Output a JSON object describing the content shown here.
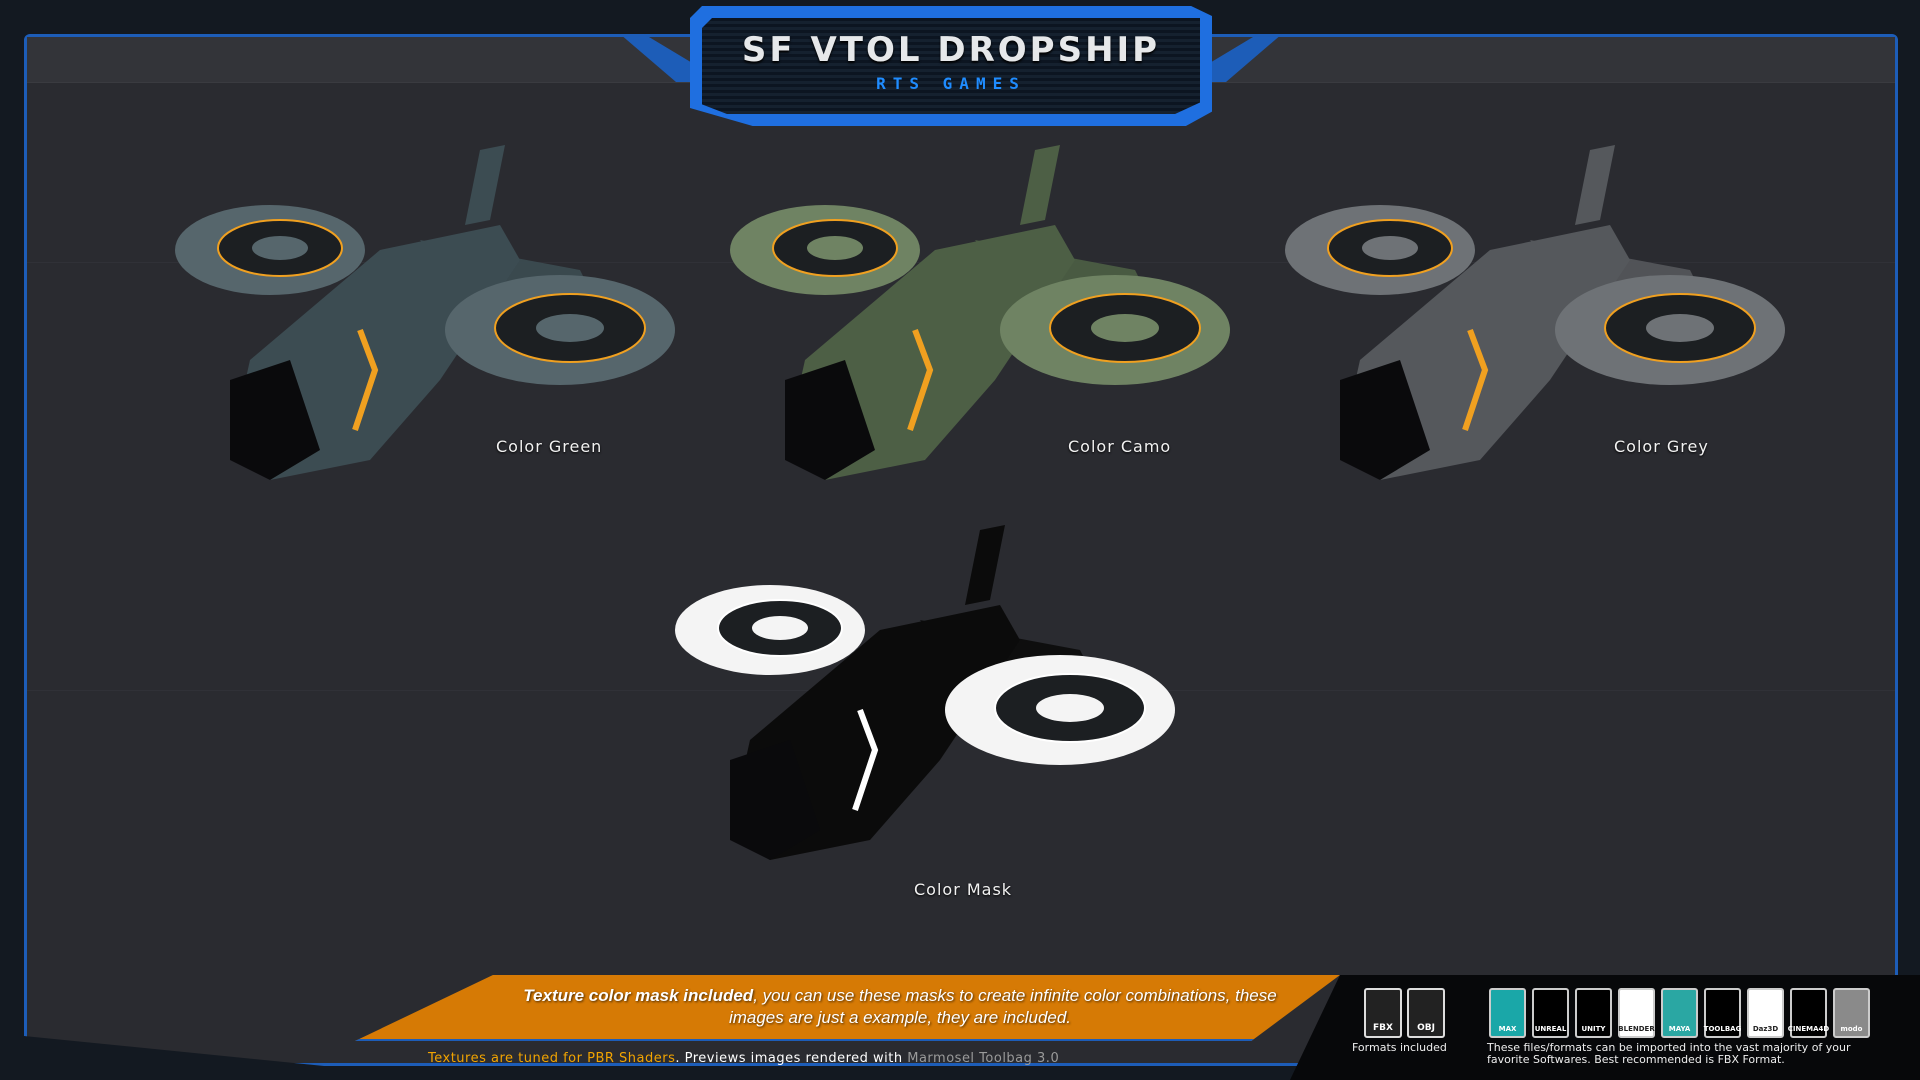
{
  "header": {
    "title": "SF VTOL DROPSHIP",
    "subtitle": "RTS GAMES"
  },
  "variants": [
    {
      "label": "Color Green",
      "hull": "#3c4c52",
      "rotor": "#56666c",
      "accent": "#f0a020"
    },
    {
      "label": "Color Camo",
      "hull": "#4d5f45",
      "rotor": "#6f8363",
      "accent": "#f0a020"
    },
    {
      "label": "Color Grey",
      "hull": "#55585c",
      "rotor": "#6e7276",
      "accent": "#f0a020"
    },
    {
      "label": "Color Mask",
      "hull": "#0b0b0b",
      "rotor": "#f4f4f4",
      "accent": "#ffffff"
    }
  ],
  "banner": {
    "bold": "Texture color mask included",
    "rest": ", you can use these masks to create infinite color combinations, these images are just a example, they are included."
  },
  "footer": {
    "part1": "Textures are tuned for PBR Shaders",
    "part2": ". Previews images rendered with ",
    "part3": "Marmosel Toolbag 3.0"
  },
  "formats": {
    "items": [
      "FBX",
      "OBJ"
    ],
    "caption": "Formats included"
  },
  "software": {
    "items": [
      {
        "name": "MAX",
        "bg": "#1aa7a8"
      },
      {
        "name": "UNREAL",
        "bg": "#000000"
      },
      {
        "name": "UNITY",
        "bg": "#000000"
      },
      {
        "name": "BLENDER",
        "bg": "#ffffff"
      },
      {
        "name": "MAYA",
        "bg": "#2aa7a3"
      },
      {
        "name": "TOOLBAG",
        "bg": "#000000"
      },
      {
        "name": "Daz3D",
        "bg": "#ffffff"
      },
      {
        "name": "CINEMA4D",
        "bg": "#000000"
      },
      {
        "name": "modo",
        "bg": "#8a8a8a"
      }
    ],
    "caption": "These files/formats can be imported into the vast majority of your favorite Softwares. Best recommended is FBX Format."
  },
  "colors": {
    "frame": "#1d5db8",
    "banner": "#d67a05",
    "panel": "#2a2b30"
  }
}
